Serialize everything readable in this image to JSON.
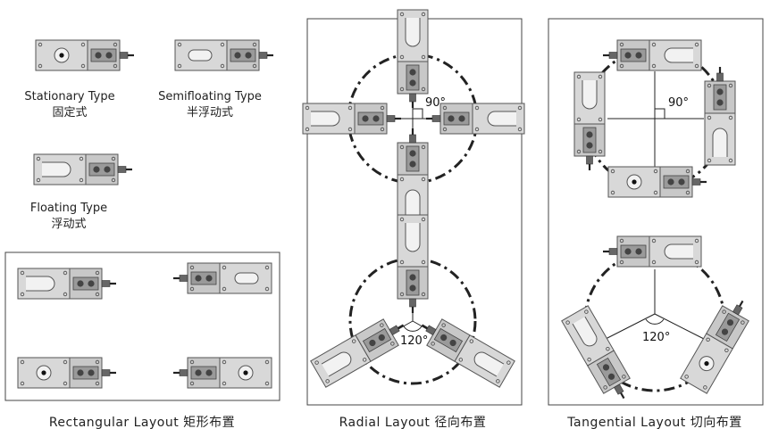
{
  "types": {
    "stationary": {
      "en": "Stationary Type",
      "zh": "固定式"
    },
    "semifloating": {
      "en": "Semifloating Type",
      "zh": "半浮动式"
    },
    "floating": {
      "en": "Floating Type",
      "zh": "浮动式"
    }
  },
  "layouts": {
    "rectangular": {
      "caption": "Rectangular Layout  矩形布置"
    },
    "radial": {
      "caption": "Radial Layout  径向布置",
      "angle_four": "90°",
      "angle_three": "120°"
    },
    "tangential": {
      "caption": "Tangential Layout  切向布置",
      "angle_four": "90°",
      "angle_three": "120°"
    }
  },
  "colors": {
    "body": "#d6d6d6",
    "block": "#c2c2c2",
    "outline": "#555555",
    "ring": "#222222",
    "frame": "#444444"
  },
  "icons": [
    "load-cell-module-icon",
    "cable-connector-icon",
    "dash-dot-ring-icon"
  ]
}
